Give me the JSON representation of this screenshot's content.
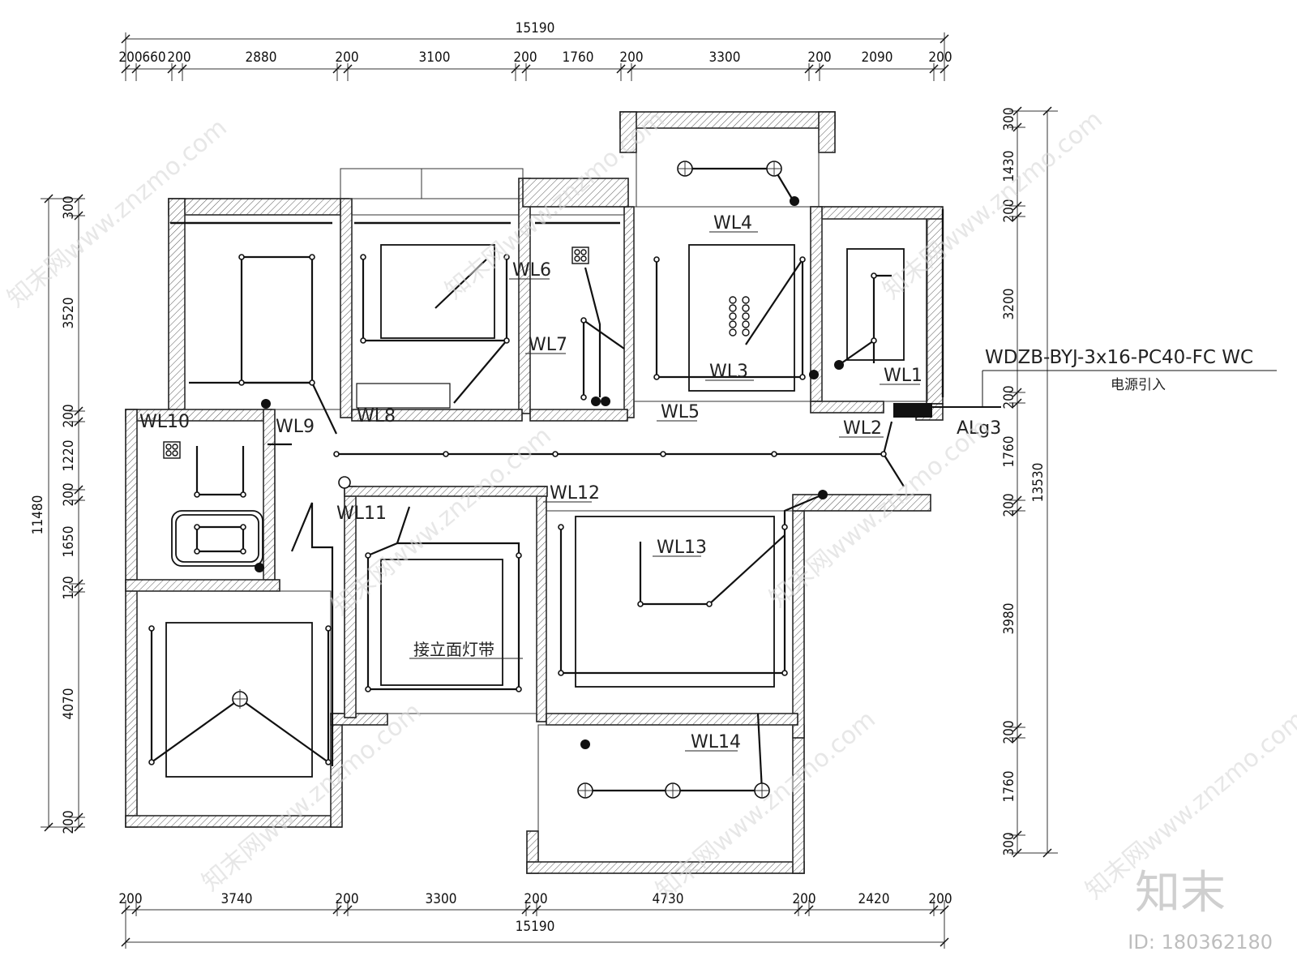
{
  "dimensions": {
    "top_total": "15190",
    "top_segments": [
      "200",
      "660",
      "200",
      "2880",
      "200",
      "3100",
      "200",
      "1760",
      "200",
      "3300",
      "200",
      "2090",
      "200"
    ],
    "bottom_total": "15190",
    "bottom_segments": [
      "200",
      "3740",
      "200",
      "3300",
      "200",
      "4730",
      "200",
      "2420",
      "200"
    ],
    "left_total": "11480",
    "left_segments": [
      "300",
      "3520",
      "200",
      "1220",
      "200",
      "1650",
      "120",
      "4070",
      "200"
    ],
    "right_total": "13530",
    "right_segments": [
      "300",
      "1430",
      "200",
      "3200",
      "200",
      "1760",
      "200",
      "3980",
      "200",
      "1760",
      "300"
    ]
  },
  "circuits": [
    "WL1",
    "WL2",
    "WL3",
    "WL4",
    "WL5",
    "WL6",
    "WL7",
    "WL8",
    "WL9",
    "WL10",
    "WL11",
    "WL12",
    "WL13",
    "WL14"
  ],
  "panel_label": "ALg3",
  "power_cable": "WDZB-BYJ-3x16-PC40-FC WC",
  "power_note": "电源引入",
  "led_note": "接立面灯带",
  "watermark": {
    "text": "知末网www.znzmo.com",
    "logo": "知末",
    "id": "ID: 180362180"
  }
}
